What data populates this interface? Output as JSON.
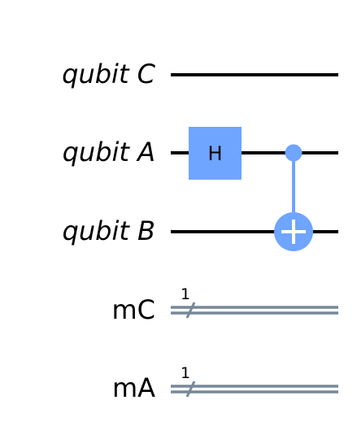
{
  "circuit": {
    "quantum_wires": [
      {
        "label": "qubit C"
      },
      {
        "label": "qubit A"
      },
      {
        "label": "qubit B"
      }
    ],
    "classical_wires": [
      {
        "label": "mC",
        "width": "1"
      },
      {
        "label": "mA",
        "width": "1"
      }
    ],
    "gates": [
      {
        "type": "H",
        "label": "H",
        "target": "qubit A"
      },
      {
        "type": "CNOT",
        "control": "qubit A",
        "target": "qubit B"
      }
    ],
    "colors": {
      "gate_fill": "#6fa4ff",
      "quantum_wire": "#000000",
      "classical_wire": "#778899"
    }
  }
}
